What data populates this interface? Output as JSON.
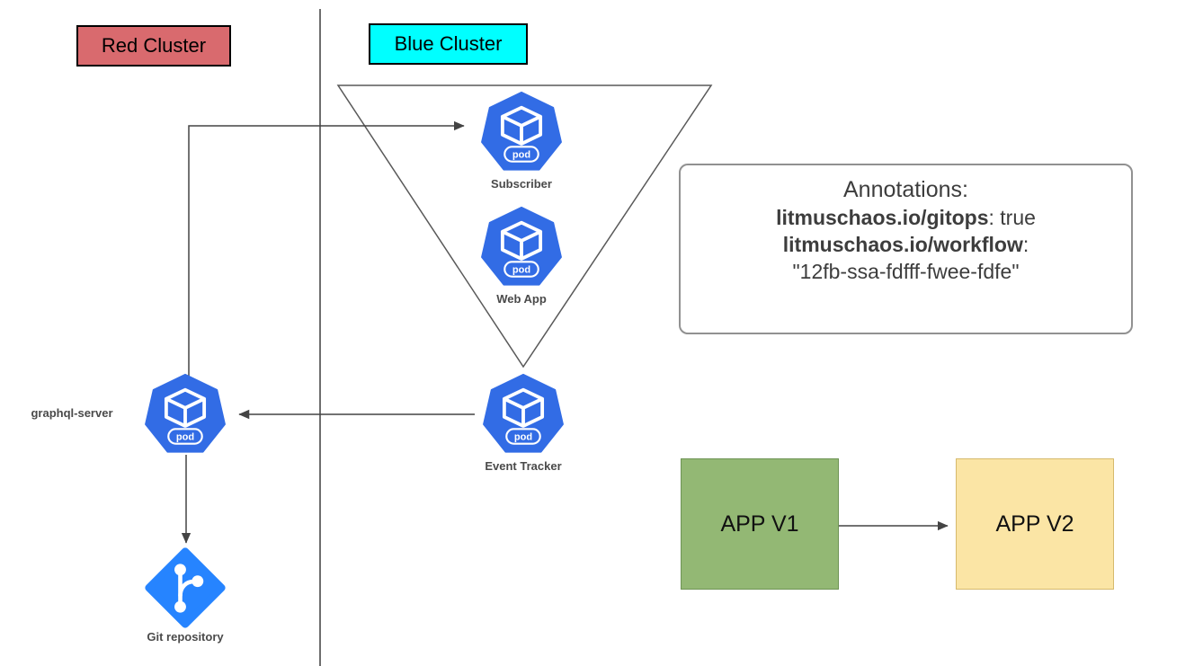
{
  "clusters": {
    "red": {
      "label": "Red Cluster",
      "color": "#d96a6e"
    },
    "blue": {
      "label": "Blue Cluster",
      "color": "#00ffff"
    }
  },
  "pods": {
    "subscriber": {
      "label": "Subscriber"
    },
    "web_app": {
      "label": "Web App"
    },
    "event_tracker": {
      "label": "Event Tracker"
    },
    "graphql_server": {
      "label": "graphql-server"
    }
  },
  "pod_icon": {
    "badge": "pod",
    "color": "#326ce5"
  },
  "git": {
    "label": "Git repository",
    "color": "#2684ff"
  },
  "annotations": {
    "title": "Annotations:",
    "gitops_key": "litmuschaos.io/gitops",
    "gitops_value": ": true",
    "workflow_key": "litmuschaos.io/workflow",
    "workflow_colon": ":",
    "workflow_value": "\"12fb-ssa-fdfff-fwee-fdfe\""
  },
  "apps": {
    "v1": {
      "label": "APP V1",
      "color": "#93b874"
    },
    "v2": {
      "label": "APP V2",
      "color": "#fbe5a5"
    }
  }
}
